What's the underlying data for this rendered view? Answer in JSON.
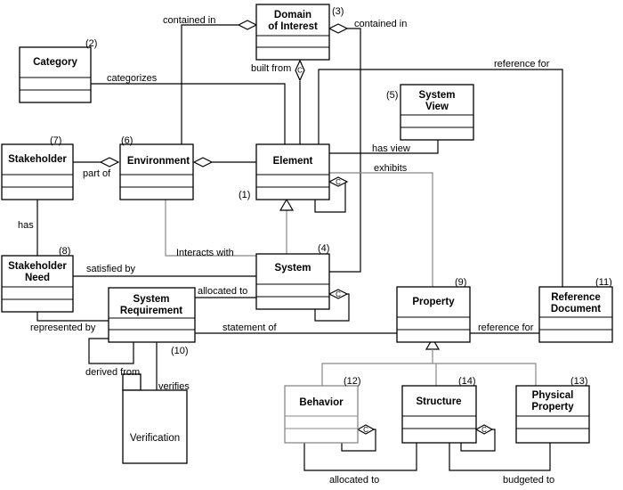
{
  "classes": {
    "domain": {
      "name_line1": "Domain",
      "name_line2": "of Interest",
      "num": "(3)"
    },
    "category": {
      "name": "Category",
      "num": "(2)"
    },
    "system_view": {
      "name_line1": "System",
      "name_line2": "View",
      "num": "(5)"
    },
    "stakeholder": {
      "name": "Stakeholder",
      "num": "(7)"
    },
    "environment": {
      "name": "Environment",
      "num": "(6)"
    },
    "element": {
      "name": "Element",
      "num": "(1)"
    },
    "system": {
      "name": "System",
      "num": "(4)"
    },
    "stakeholder_need": {
      "name_line1": "Stakeholder",
      "name_line2": "Need",
      "num": "(8)"
    },
    "system_requirement": {
      "name_line1": "System",
      "name_line2": "Requirement",
      "num": "(10)"
    },
    "property": {
      "name": "Property",
      "num": "(9)"
    },
    "reference_document": {
      "name_line1": "Reference",
      "name_line2": "Document",
      "num": "(11)"
    },
    "behavior": {
      "name": "Behavior",
      "num": "(12)"
    },
    "structure": {
      "name": "Structure",
      "num": "(14)"
    },
    "physical_property": {
      "name_line1": "Physical",
      "name_line2": "Property",
      "num": "(13)"
    },
    "verification": {
      "name": "Verification"
    }
  },
  "relations": {
    "contained_in_left": "contained in",
    "contained_in_right": "contained in",
    "built_from": "built from",
    "categorizes": "categorizes",
    "reference_for_top": "reference for",
    "has_view": "has view",
    "exhibits": "exhibits",
    "part_of": "part of",
    "has": "has",
    "interacts_with": "Interacts with",
    "satisfied_by": "satisfied by",
    "allocated_to_req": "allocated to",
    "represented_by": "represented by",
    "statement_of": "statement of",
    "reference_for_bottom": "reference for",
    "derived_from": "derived from",
    "verifies": "verifies",
    "allocated_to_bottom": "allocated to",
    "budgeted_to": "budgeted to"
  },
  "markers": {
    "composition_mark": "C"
  }
}
